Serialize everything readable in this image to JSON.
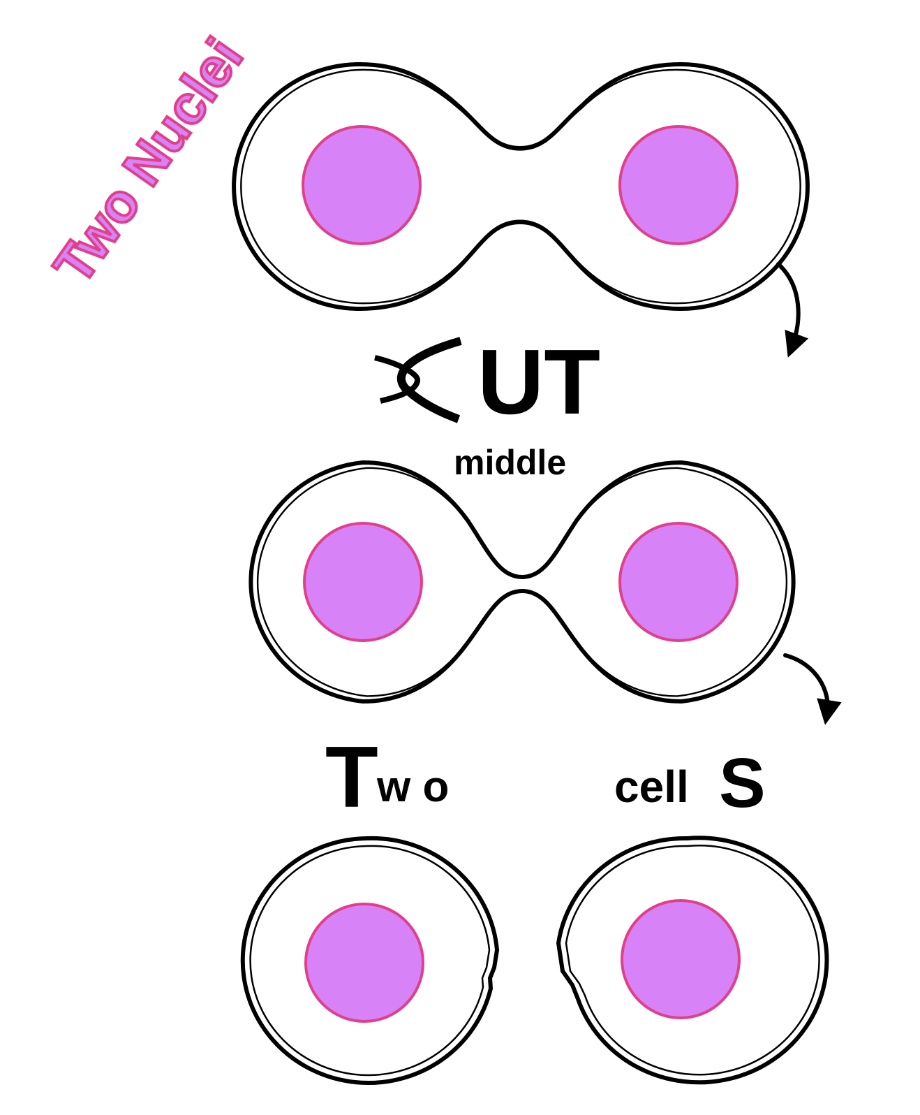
{
  "labels": {
    "two_nuclei": "Two Nuclei",
    "cut": "UT",
    "middle": "middle",
    "two_T": "T",
    "two_rest": "w o",
    "cells_rest": "cell",
    "cells_S": "S"
  },
  "colors": {
    "nucleus_fill": "#d882f7",
    "nucleus_stroke": "#e0408a",
    "outline": "#000000"
  },
  "icons": {
    "cut_letter": "scissors-icon",
    "transition": "curved-arrow-icon"
  }
}
